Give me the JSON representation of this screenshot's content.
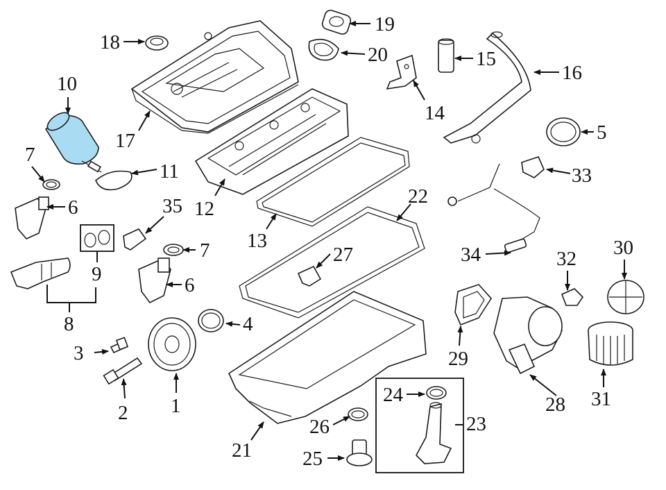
{
  "highlight_color": "#a9dcf2",
  "callouts": {
    "c1": "1",
    "c2": "2",
    "c3": "3",
    "c4": "4",
    "c5": "5",
    "c6a": "6",
    "c6b": "6",
    "c7a": "7",
    "c7b": "7",
    "c8": "8",
    "c9": "9",
    "c10": "10",
    "c11": "11",
    "c12": "12",
    "c13": "13",
    "c14": "14",
    "c15": "15",
    "c16": "16",
    "c17": "17",
    "c18": "18",
    "c19": "19",
    "c20": "20",
    "c21": "21",
    "c22": "22",
    "c23": "23",
    "c24": "24",
    "c25": "25",
    "c26": "26",
    "c27": "27",
    "c28": "28",
    "c29": "29",
    "c30": "30",
    "c31": "31",
    "c32": "32",
    "c33": "33",
    "c34": "34",
    "c35": "35"
  }
}
